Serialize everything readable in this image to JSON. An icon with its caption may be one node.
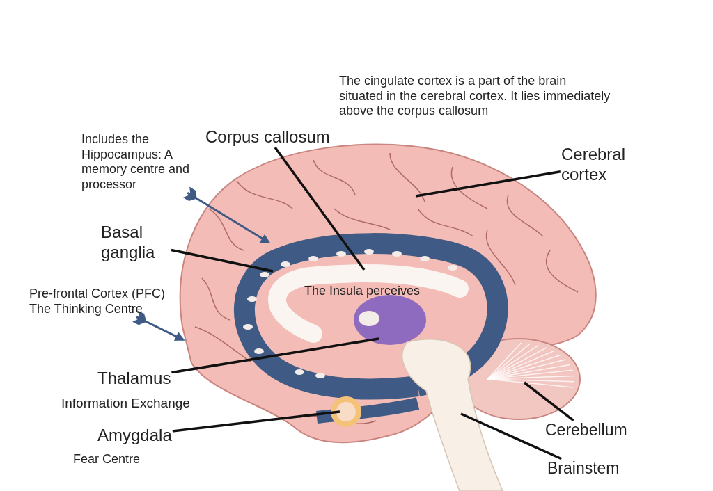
{
  "diagram": {
    "nodes": [
      {
        "text": [
          "Corpus callosum"
        ]
      },
      {
        "text": [
          "Includes the Hippocampus: A memory centre and processor"
        ]
      },
      {
        "text": [
          "Cerebral cortex"
        ]
      },
      {
        "text": [
          "Basal ganglia"
        ]
      },
      {
        "text": [
          "Pre-frontal Cortex (PFC) The Thinking Centre"
        ]
      },
      {
        "text": [
          "Thalamus"
        ],
        "beside": [
          "Information Exchange"
        ]
      },
      {
        "text": [
          "Amygdala"
        ],
        "beside": [
          "Fear Centre"
        ]
      },
      {
        "text": [
          "Cerebellum"
        ]
      },
      {
        "text": [
          "Brainstem"
        ]
      }
    ],
    "edges": [
      {
        "from": 0,
        "to": null,
        "arrow": "none"
      },
      {
        "from": 1,
        "to": null,
        "arrow": "to",
        "color": "#3f5b85"
      },
      {
        "from": 2,
        "to": null,
        "arrow": "none"
      },
      {
        "from": 3,
        "to": null,
        "arrow": "none"
      },
      {
        "from": 4,
        "to": null,
        "arrow": "to",
        "color": "#3f5b85"
      },
      {
        "from": 5,
        "to": null,
        "arrow": "none"
      },
      {
        "from": 6,
        "to": null,
        "arrow": "none"
      },
      {
        "from": 7,
        "to": null,
        "arrow": "none"
      },
      {
        "from": 8,
        "to": null,
        "arrow": "none"
      }
    ],
    "labels": [
      "The cingulate cortex is a part of the brain situated in the cerebral cortex. It lies immediately above the corpus callosum",
      "The Insula perceives"
    ]
  }
}
